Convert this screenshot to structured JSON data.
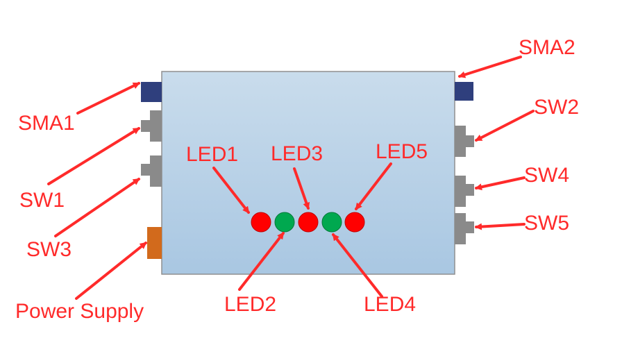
{
  "colors": {
    "annotation": "#ff2a2a",
    "board_fill_top": "#c9dcec",
    "board_fill_bottom": "#a9c7e2",
    "board_border": "#8f8f8f",
    "sma": "#2f3f7d",
    "switch": "#8a8a8a",
    "power": "#d26a1c",
    "led_red": "#ff0000",
    "led_green": "#00a84f"
  },
  "labels": {
    "sma1": "SMA1",
    "sma2": "SMA2",
    "sw1": "SW1",
    "sw2": "SW2",
    "sw3": "SW3",
    "sw4": "SW4",
    "sw5": "SW5",
    "power_supply": "Power Supply",
    "led1": "LED1",
    "led2": "LED2",
    "led3": "LED3",
    "led4": "LED4",
    "led5": "LED5"
  },
  "leds": [
    {
      "name": "led1",
      "color": "red"
    },
    {
      "name": "led2",
      "color": "green"
    },
    {
      "name": "led3",
      "color": "red"
    },
    {
      "name": "led4",
      "color": "green"
    },
    {
      "name": "led5",
      "color": "red"
    }
  ]
}
